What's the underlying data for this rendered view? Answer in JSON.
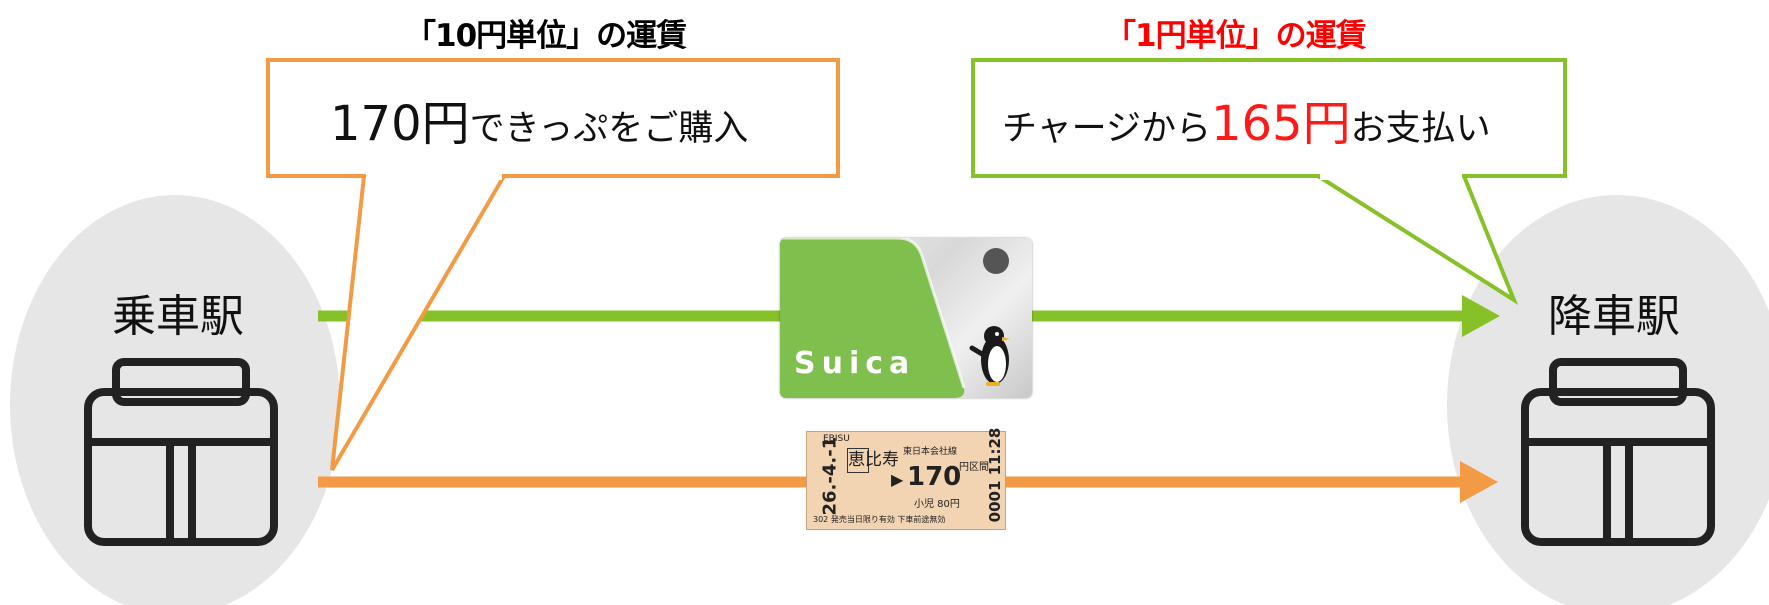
{
  "labels": {
    "fare_10yen_unit": "「10円単位」の運賃",
    "fare_1yen_unit": "「1円単位」の運賃"
  },
  "callouts": {
    "ticket": {
      "amount": "170円",
      "text": "できっぷをご購入"
    },
    "ic": {
      "before": "チャージから",
      "amount": "165円",
      "after": "お支払い"
    }
  },
  "stations": {
    "boarding": "乗車駅",
    "alighting": "降車駅"
  },
  "suica": {
    "logo": "Suica"
  },
  "ticket": {
    "issue_station": "EBISU",
    "station_name": "恵比寿",
    "date": "26.-4.-1",
    "company_line": "東日本会社線",
    "arrow": "▶",
    "fare": "170",
    "fare_unit": "円区間",
    "child_fare": "小児 80円",
    "issue_office": "302",
    "validity": "発売当日限り有効",
    "no_stopover": "下車前途無効",
    "serial": "0001 11:28"
  },
  "colors": {
    "ic_route": "#86c127",
    "ticket_route": "#f39a45",
    "callout_ticket_border": "#f39a45",
    "callout_ic_border": "#86c127",
    "highlight_red": "#ff1a1a",
    "station_circle": "#e6e6e6",
    "station_icon": "#222222",
    "suica_green": "#7fbf4d",
    "ticket_paper": "#f2d3b2"
  },
  "icons": {
    "station": "station-building-icon",
    "suica": "suica-card-icon",
    "ticket": "paper-ticket-icon",
    "penguin": "penguin-mascot-icon"
  }
}
